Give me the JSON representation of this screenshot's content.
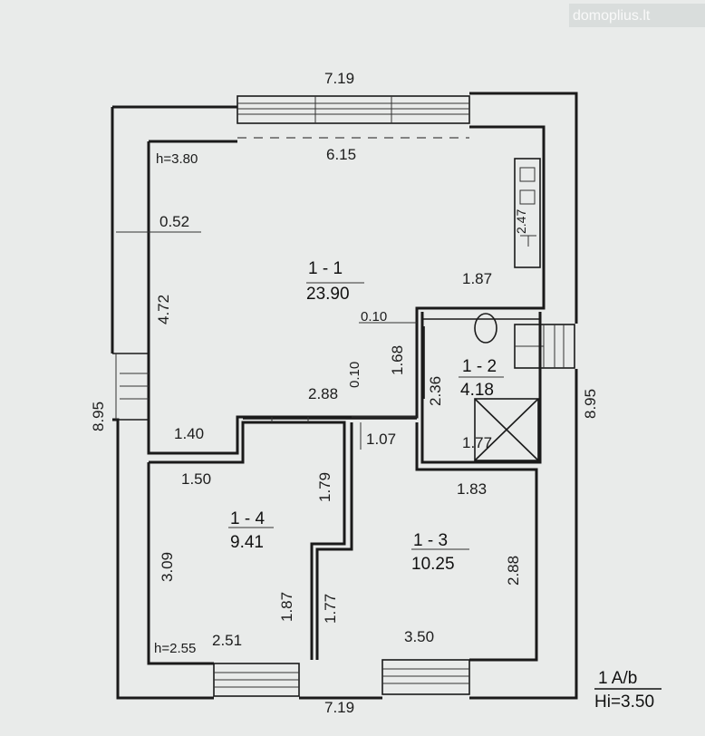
{
  "watermark": "domoplius.lt",
  "dimensions": {
    "top_width": "7.19",
    "bottom_width": "7.19",
    "left_height": "8.95",
    "right_height": "8.95",
    "room11_width": "6.15",
    "wall_thickness": "0.52",
    "room11_height": "4.72",
    "kitchen_len": "2.47",
    "dim_187_top": "1.87",
    "partition_010_h": "0.10",
    "partition_010_v": "0.10",
    "dim_168": "1.68",
    "dim_236": "2.36",
    "dim_288_mid": "2.88",
    "dim_140": "1.40",
    "dim_107": "1.07",
    "dim_177_shower": "1.77",
    "dim_150": "1.50",
    "dim_179": "1.79",
    "dim_183": "1.83",
    "dim_309": "3.09",
    "dim_187_lower": "1.87",
    "dim_177_lower": "1.77",
    "dim_288_right": "2.88",
    "dim_251": "2.51",
    "dim_350": "3.50"
  },
  "rooms": [
    {
      "label": "1 - 1",
      "area": "23.90"
    },
    {
      "label": "1 - 2",
      "area": "4.18"
    },
    {
      "label": "1 - 3",
      "area": "10.25"
    },
    {
      "label": "1 - 4",
      "area": "9.41"
    }
  ],
  "heights": {
    "main": "h=3.80",
    "room14": "h=2.55"
  },
  "stamp": {
    "line1": "1 A/b",
    "line2": "Hi=3.50"
  }
}
